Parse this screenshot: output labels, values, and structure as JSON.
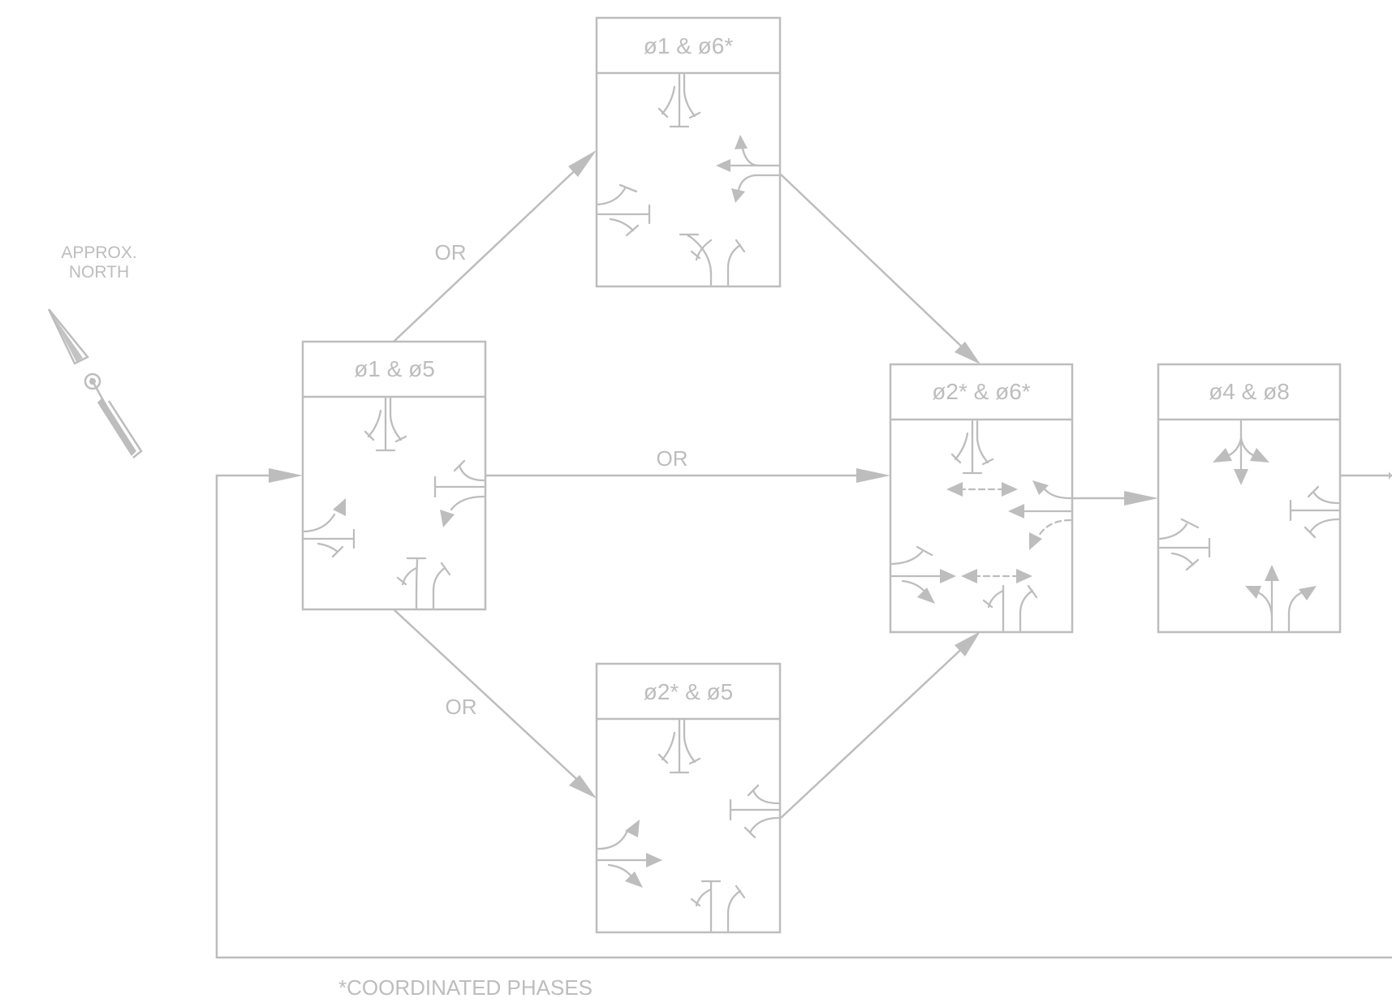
{
  "north": {
    "line1": "APPROX.",
    "line2": "NORTH"
  },
  "phases": [
    {
      "label": "ø1 & ø6*"
    },
    {
      "label": "ø1 & ø5"
    },
    {
      "label": "ø2* & ø5"
    },
    {
      "label": "ø2* & ø6*"
    },
    {
      "label": "ø4 & ø8"
    }
  ],
  "transitions": {
    "or_top": "OR",
    "or_middle": "OR",
    "or_bottom": "OR"
  },
  "footnote": "*COORDINATED PHASES",
  "colors": {
    "line": "#bdbdbd",
    "background": "#ffffff"
  }
}
